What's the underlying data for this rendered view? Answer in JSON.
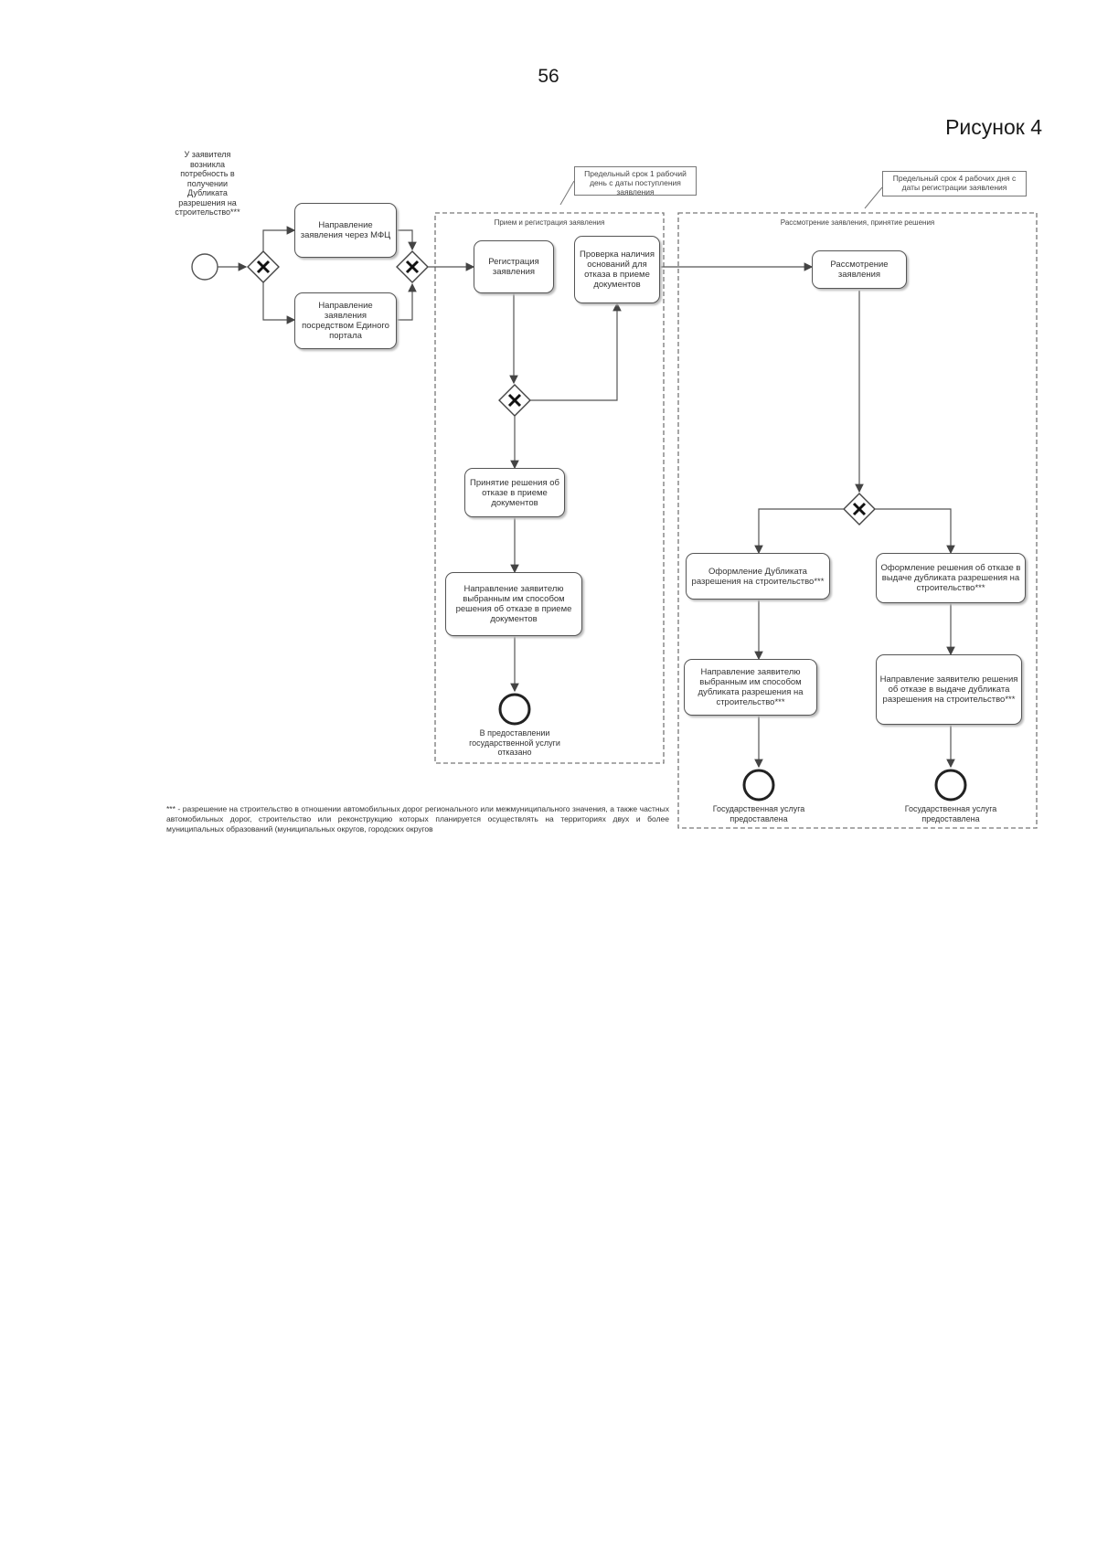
{
  "page_number": "56",
  "figure_title": "Рисунок 4",
  "start_label": "У заявителя возникла потребность в получении Дубликата разрешения на строительство***",
  "annotations": {
    "left": "Предельный срок 1 рабочий день с даты поступления заявления",
    "right": "Предельный срок 4 рабочих дня с даты регистрации заявления"
  },
  "lanes": {
    "left": "Прием и регистрация заявления",
    "right": "Рассмотрение заявления, принятие решения"
  },
  "tasks": {
    "send_mfc": "Направление заявления через МФЦ",
    "send_portal": "Направление заявления посредством Единого портала",
    "register": "Регистрация заявления",
    "check_grounds": "Проверка наличия оснований для отказа в приеме документов",
    "review": "Рассмотрение заявления",
    "refusal_decision": "Принятие решения об отказе в приеме документов",
    "send_refusal": "Направление заявителю выбранным им способом решения об отказе в приеме документов",
    "issue_duplicate": "Оформление Дубликата разрешения на строительство***",
    "refuse_duplicate": "Оформление решения об отказе в выдаче дубликата разрешения на строительство***",
    "send_duplicate": "Направление заявителю выбранным им способом дубликата разрешения на строительство***",
    "send_refuse_duplicate": "Направление заявителю решения об отказе в выдаче дубликата разрешения на строительство***"
  },
  "ends": {
    "refused": "В предоставлении государственной услуги отказано",
    "provided_1": "Государственная услуга предоставлена",
    "provided_2": "Государственная услуга предоставлена"
  },
  "footnote": "*** - разрешение на строительство в отношении автомобильных дорог регионального или межмуниципального значения, а также частных автомобильных дорог, строительство или реконструкцию которых планируется осуществлять на территориях двух и более муниципальных образований (муниципальных округов, городских округов"
}
